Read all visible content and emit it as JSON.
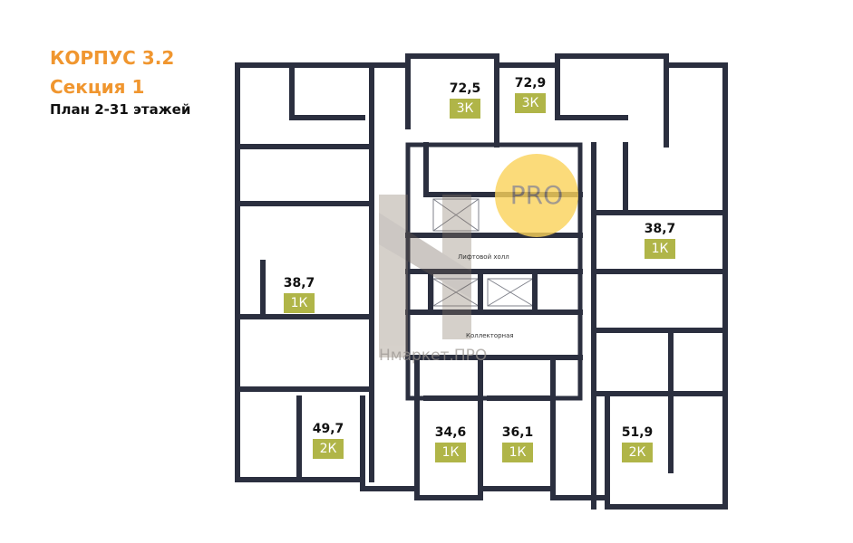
{
  "header": {
    "building": "КОРПУС 3.2",
    "section": "Секция 1",
    "plan": "План 2-31 этажей"
  },
  "colors": {
    "accent": "#f0962f",
    "badge": "#b0b548",
    "wall": "#2b2f3f"
  },
  "apartments": [
    {
      "area": "72,5",
      "type": "3К"
    },
    {
      "area": "72,9",
      "type": "3К"
    },
    {
      "area": "38,7",
      "type": "1К"
    },
    {
      "area": "38,7",
      "type": "1К"
    },
    {
      "area": "49,7",
      "type": "2К"
    },
    {
      "area": "34,6",
      "type": "1К"
    },
    {
      "area": "36,1",
      "type": "1К"
    },
    {
      "area": "51,9",
      "type": "2К"
    }
  ],
  "rooms": {
    "lift_hall": "Лифтовой холл",
    "collector": "Коллекторная"
  },
  "watermark": {
    "text": "Нмаркет.ПРО",
    "pro": "PRO"
  }
}
